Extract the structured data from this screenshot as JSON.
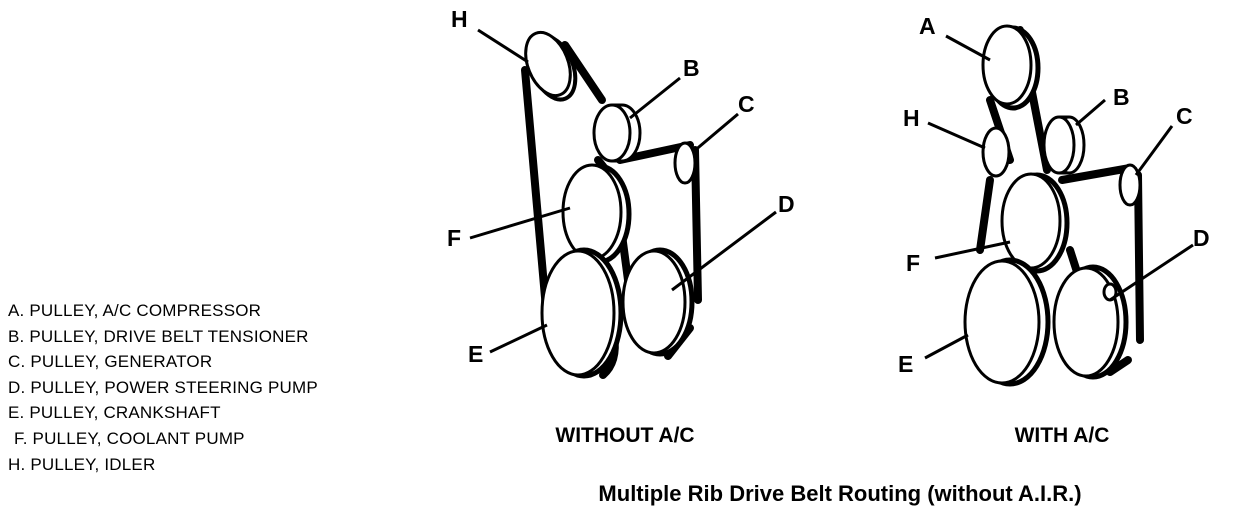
{
  "legend": [
    "A.  PULLEY, A/C COMPRESSOR",
    "B.  PULLEY, DRIVE BELT TENSIONER",
    "C.  PULLEY, GENERATOR",
    "D.  PULLEY, POWER STEERING PUMP",
    "E.  PULLEY, CRANKSHAFT",
    "F.  PULLEY, COOLANT PUMP",
    "H.  PULLEY, IDLER"
  ],
  "diagrams": {
    "without_ac": {
      "caption": "WITHOUT A/C",
      "labels": {
        "H": "H",
        "B": "B",
        "C": "C",
        "D": "D",
        "F": "F",
        "E": "E"
      }
    },
    "with_ac": {
      "caption": "WITH A/C",
      "labels": {
        "A": "A",
        "H": "H",
        "B": "B",
        "C": "C",
        "D": "D",
        "F": "F",
        "E": "E"
      }
    }
  },
  "figure_title": "Multiple Rib Drive Belt Routing (without A.I.R.)"
}
